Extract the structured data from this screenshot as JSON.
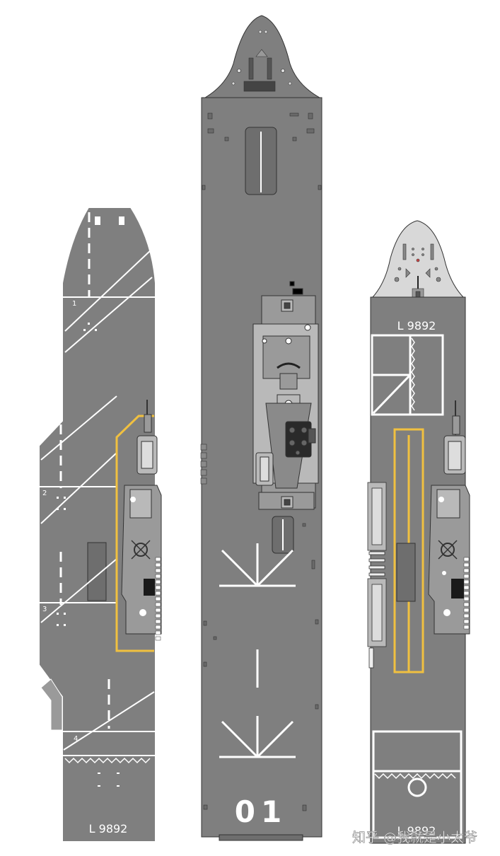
{
  "colors": {
    "deck": "#7f7f7f",
    "deck_dark": "#6e6e6e",
    "island": "#9a9a9a",
    "island_light": "#b9b9b9",
    "bow_light": "#d8d8d8",
    "marking": "#ffffff",
    "yellow_line": "#f0c040",
    "red_arc": "#d04040",
    "outline": "#3a3a3a",
    "window": "#1a1a1a"
  },
  "left_ship": {
    "hull_label": "L 9892",
    "spot_numbers": [
      "1",
      "2",
      "3",
      "4"
    ]
  },
  "middle_ship": {
    "hull_number": "01"
  },
  "right_ship": {
    "hull_label_top": "L 9892",
    "hull_label_bottom": "L 9892"
  },
  "watermark": "知乎 @我就是小太爷"
}
